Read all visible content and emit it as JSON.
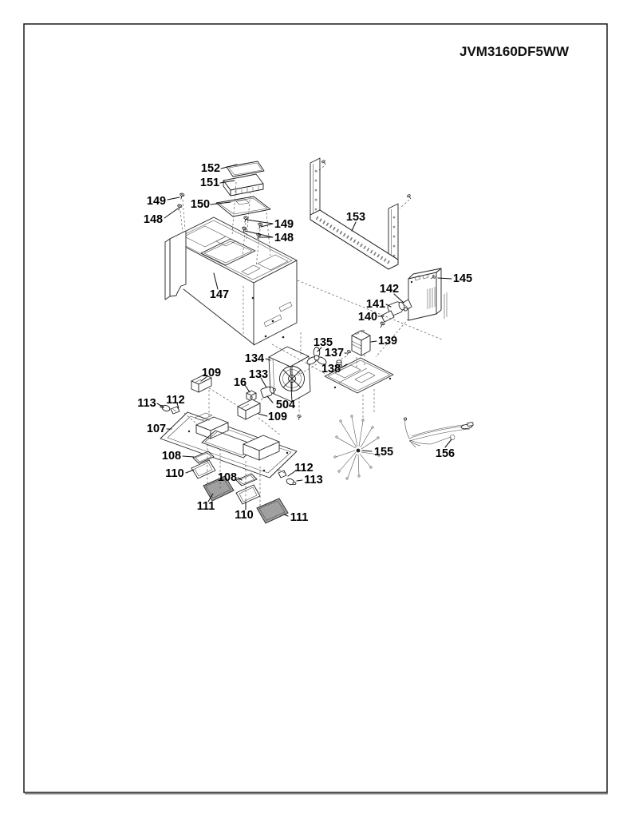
{
  "page": {
    "title": "JVM3160DF5WW",
    "background": "#ffffff",
    "ink_color": "#1a1a1a",
    "mesh_color": "#b5b5b5"
  },
  "diagram": {
    "type": "exploded-parts-diagram",
    "callouts": [
      {
        "text": "152"
      },
      {
        "text": "151"
      },
      {
        "text": "150"
      },
      {
        "text": "149"
      },
      {
        "text": "148"
      },
      {
        "text": "149"
      },
      {
        "text": "148"
      },
      {
        "text": "153"
      },
      {
        "text": "145"
      },
      {
        "text": "142"
      },
      {
        "text": "141"
      },
      {
        "text": "140"
      },
      {
        "text": "147"
      },
      {
        "text": "139"
      },
      {
        "text": "135"
      },
      {
        "text": "137"
      },
      {
        "text": "134"
      },
      {
        "text": "138"
      },
      {
        "text": "109"
      },
      {
        "text": "133"
      },
      {
        "text": "16"
      },
      {
        "text": "113"
      },
      {
        "text": "112"
      },
      {
        "text": "504"
      },
      {
        "text": "109"
      },
      {
        "text": "107"
      },
      {
        "text": "108"
      },
      {
        "text": "110"
      },
      {
        "text": "112"
      },
      {
        "text": "108"
      },
      {
        "text": "113"
      },
      {
        "text": "111"
      },
      {
        "text": "110"
      },
      {
        "text": "111"
      },
      {
        "text": "155"
      },
      {
        "text": "156"
      }
    ]
  }
}
